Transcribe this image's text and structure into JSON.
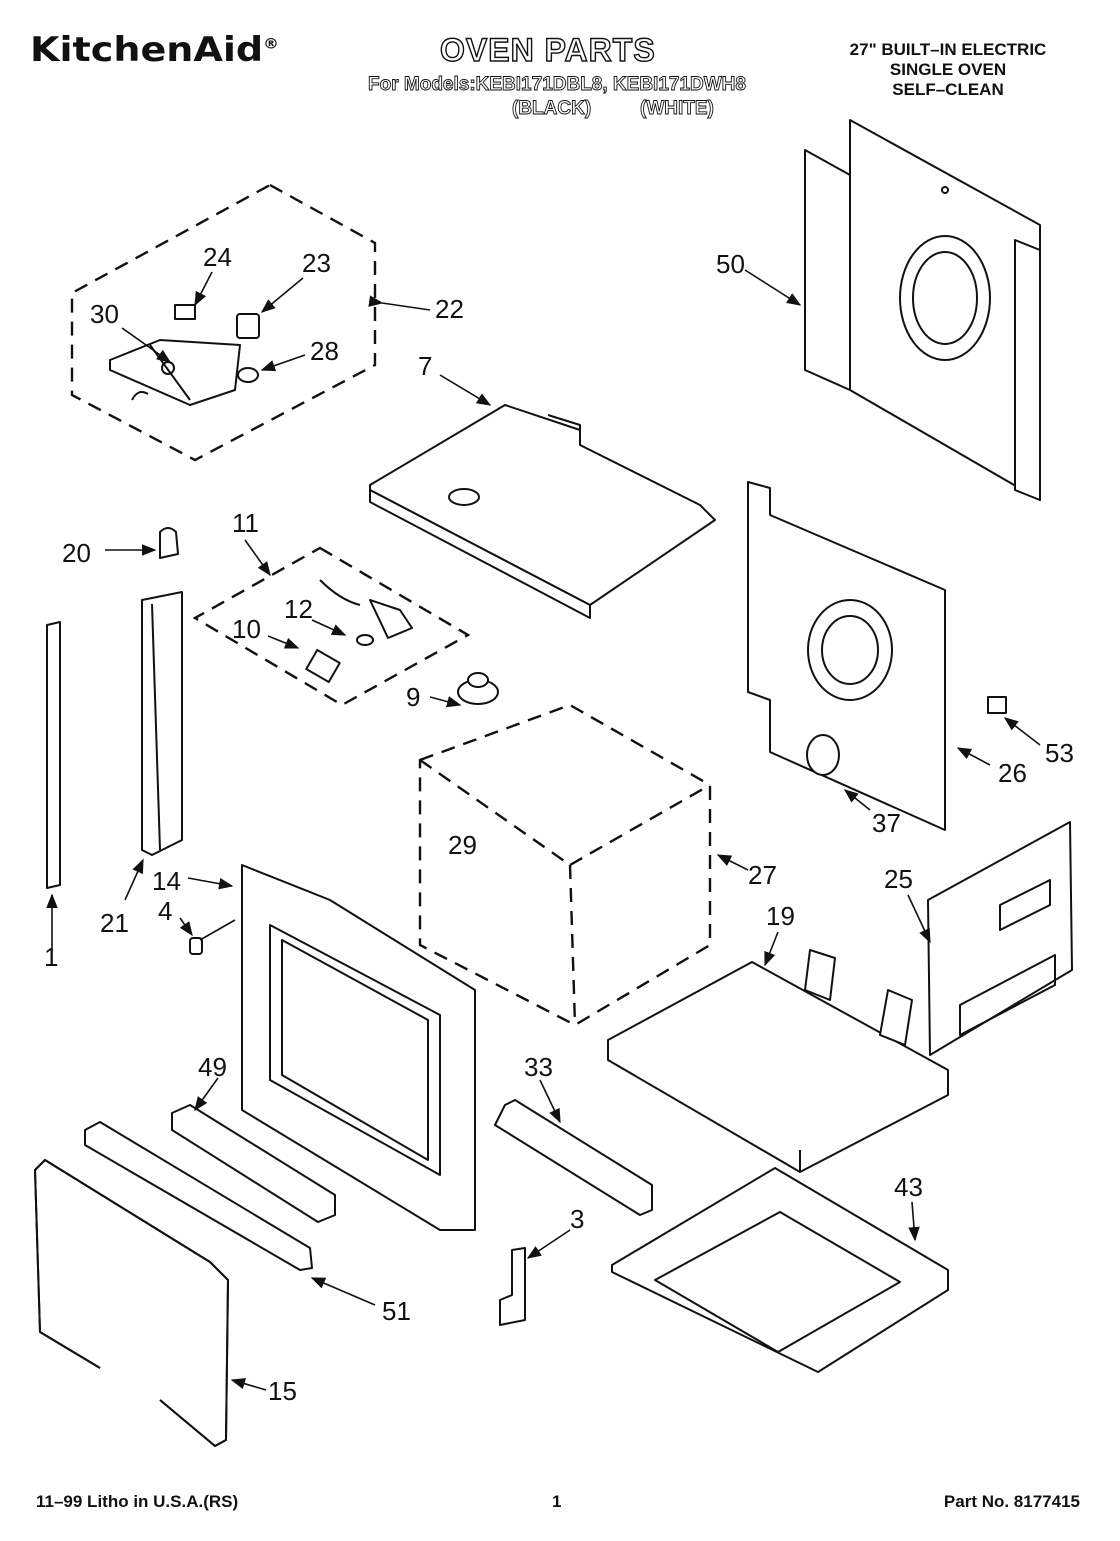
{
  "header": {
    "brand": "KitchenAid",
    "brand_mark": "®",
    "title": "OVEN PARTS",
    "models_line": "For Models:KEBI171DBL8, KEBI171DWH8",
    "variant_black": "(BLACK)",
    "variant_white": "(WHITE)",
    "spec_line1": "27\" BUILT–IN ELECTRIC",
    "spec_line2": "SINGLE OVEN",
    "spec_line3": "SELF–CLEAN"
  },
  "callouts": {
    "p1": "1",
    "p3": "3",
    "p4": "4",
    "p7": "7",
    "p9": "9",
    "p10": "10",
    "p11": "11",
    "p12": "12",
    "p14": "14",
    "p15": "15",
    "p19": "19",
    "p20": "20",
    "p21": "21",
    "p22": "22",
    "p23": "23",
    "p24": "24",
    "p25": "25",
    "p26": "26",
    "p27": "27",
    "p28": "28",
    "p29": "29",
    "p30": "30",
    "p33": "33",
    "p37": "37",
    "p43": "43",
    "p49": "49",
    "p50": "50",
    "p51": "51",
    "p53": "53"
  },
  "footer": {
    "left": "11–99 Litho in U.S.A.(RS)",
    "page": "1",
    "part_no": "Part No. 8177415"
  }
}
